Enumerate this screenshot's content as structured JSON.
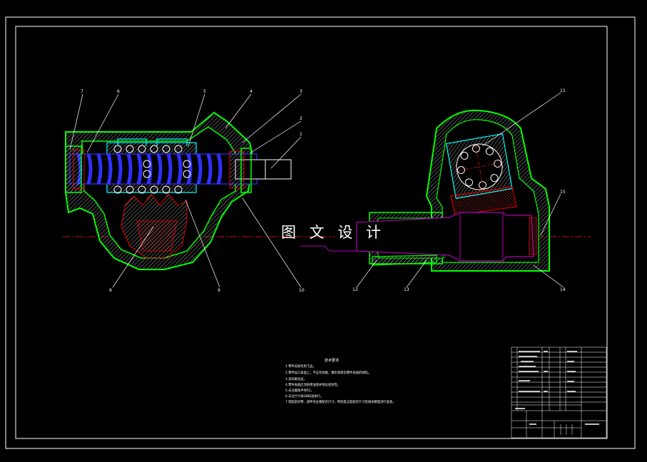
{
  "watermark": "图 文 设 计",
  "technical_requirements": {
    "title": "技术要求",
    "items": [
      "1.零件去除毛刺飞边。",
      "2.零件加工表面上，不应有划痕、擦伤等损伤零件表面的缺陷。",
      "3.去除氧化皮。",
      "4.零件表面应涂防锈油漆并保证密封性。",
      "5.未注圆角半径R2。",
      "6.未注尺寸按GB标准执行。",
      "7.装配前对零、部件的主要配合尺寸，特别是过盈配合尺寸及相关精度进行复查。"
    ]
  },
  "left_view_callouts": [
    "7",
    "6",
    "5",
    "4",
    "3",
    "2",
    "1",
    "8",
    "9",
    "10"
  ],
  "right_view_callouts": [
    "11",
    "15",
    "12",
    "13",
    "14"
  ],
  "colors": {
    "background": "#000000",
    "frame": "#ffffff",
    "housing": "#00ff00",
    "screw": "#3030ff",
    "bearing": "#00ffff",
    "section": "#e60000",
    "shaft": "#b000b0",
    "centerline": "#ff2020",
    "hatch": "#e0e0e0",
    "callout": "#ffffff"
  }
}
